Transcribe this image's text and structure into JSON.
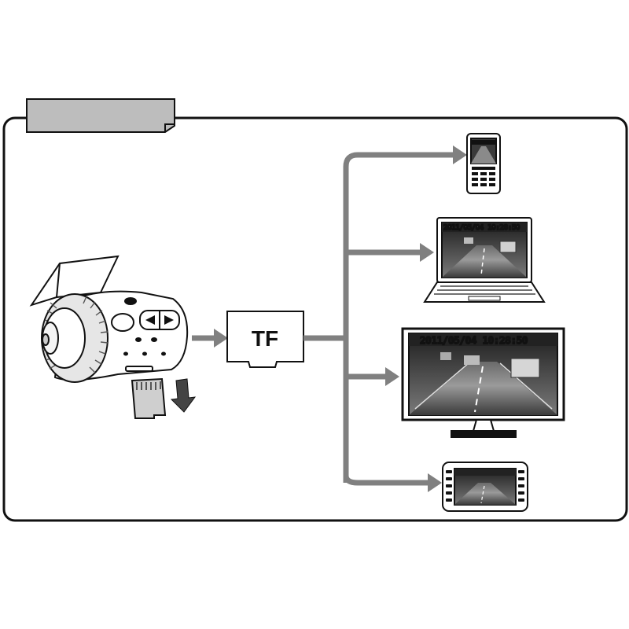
{
  "header_tab": {
    "label": ""
  },
  "tf_card": {
    "label": "TF"
  },
  "screens": {
    "phone_timestamp": "",
    "laptop_timestamp": "2011/05/04 10:28:50",
    "monitor_timestamp": "2011/05/04 10:28:50",
    "car_unit_timestamp": ""
  },
  "colors": {
    "frame": "#111111",
    "arrow": "#808080",
    "tab": "#bdbdbd",
    "device_fill": "#ffffff",
    "screen_dark": "#2b2b2b"
  },
  "icons": [
    "dashcam-icon",
    "micro-sd-card-icon",
    "down-arrow-icon",
    "tf-card-icon",
    "smartphone-icon",
    "laptop-icon",
    "monitor-icon",
    "car-head-unit-icon"
  ]
}
